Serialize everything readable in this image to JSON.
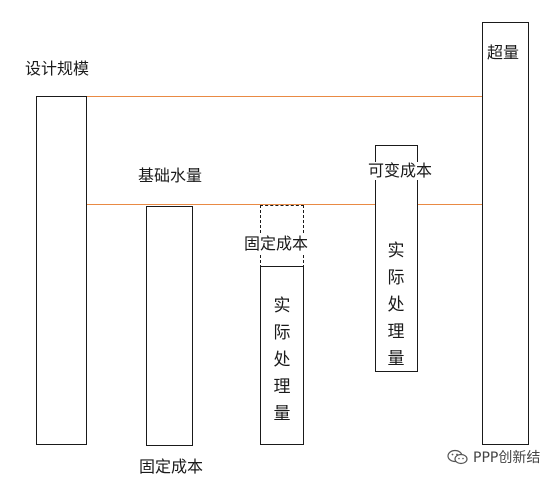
{
  "labels": {
    "design_scale": "设计规模",
    "basic_water": "基础水量",
    "fixed_cost_inner": "固定成本",
    "variable_cost": "可变成本",
    "excess": "超量",
    "fixed_cost_bottom": "固定成本",
    "actual_treatment_1": "实\n际\n处\n理\n量",
    "actual_treatment_2": "实\n际\n处\n理\n量"
  },
  "watermark": {
    "icon": "wechat-icon",
    "text": "PPP创新结"
  },
  "colors": {
    "reference_line": "#e98a44",
    "box_stroke": "#1a1a1a"
  }
}
